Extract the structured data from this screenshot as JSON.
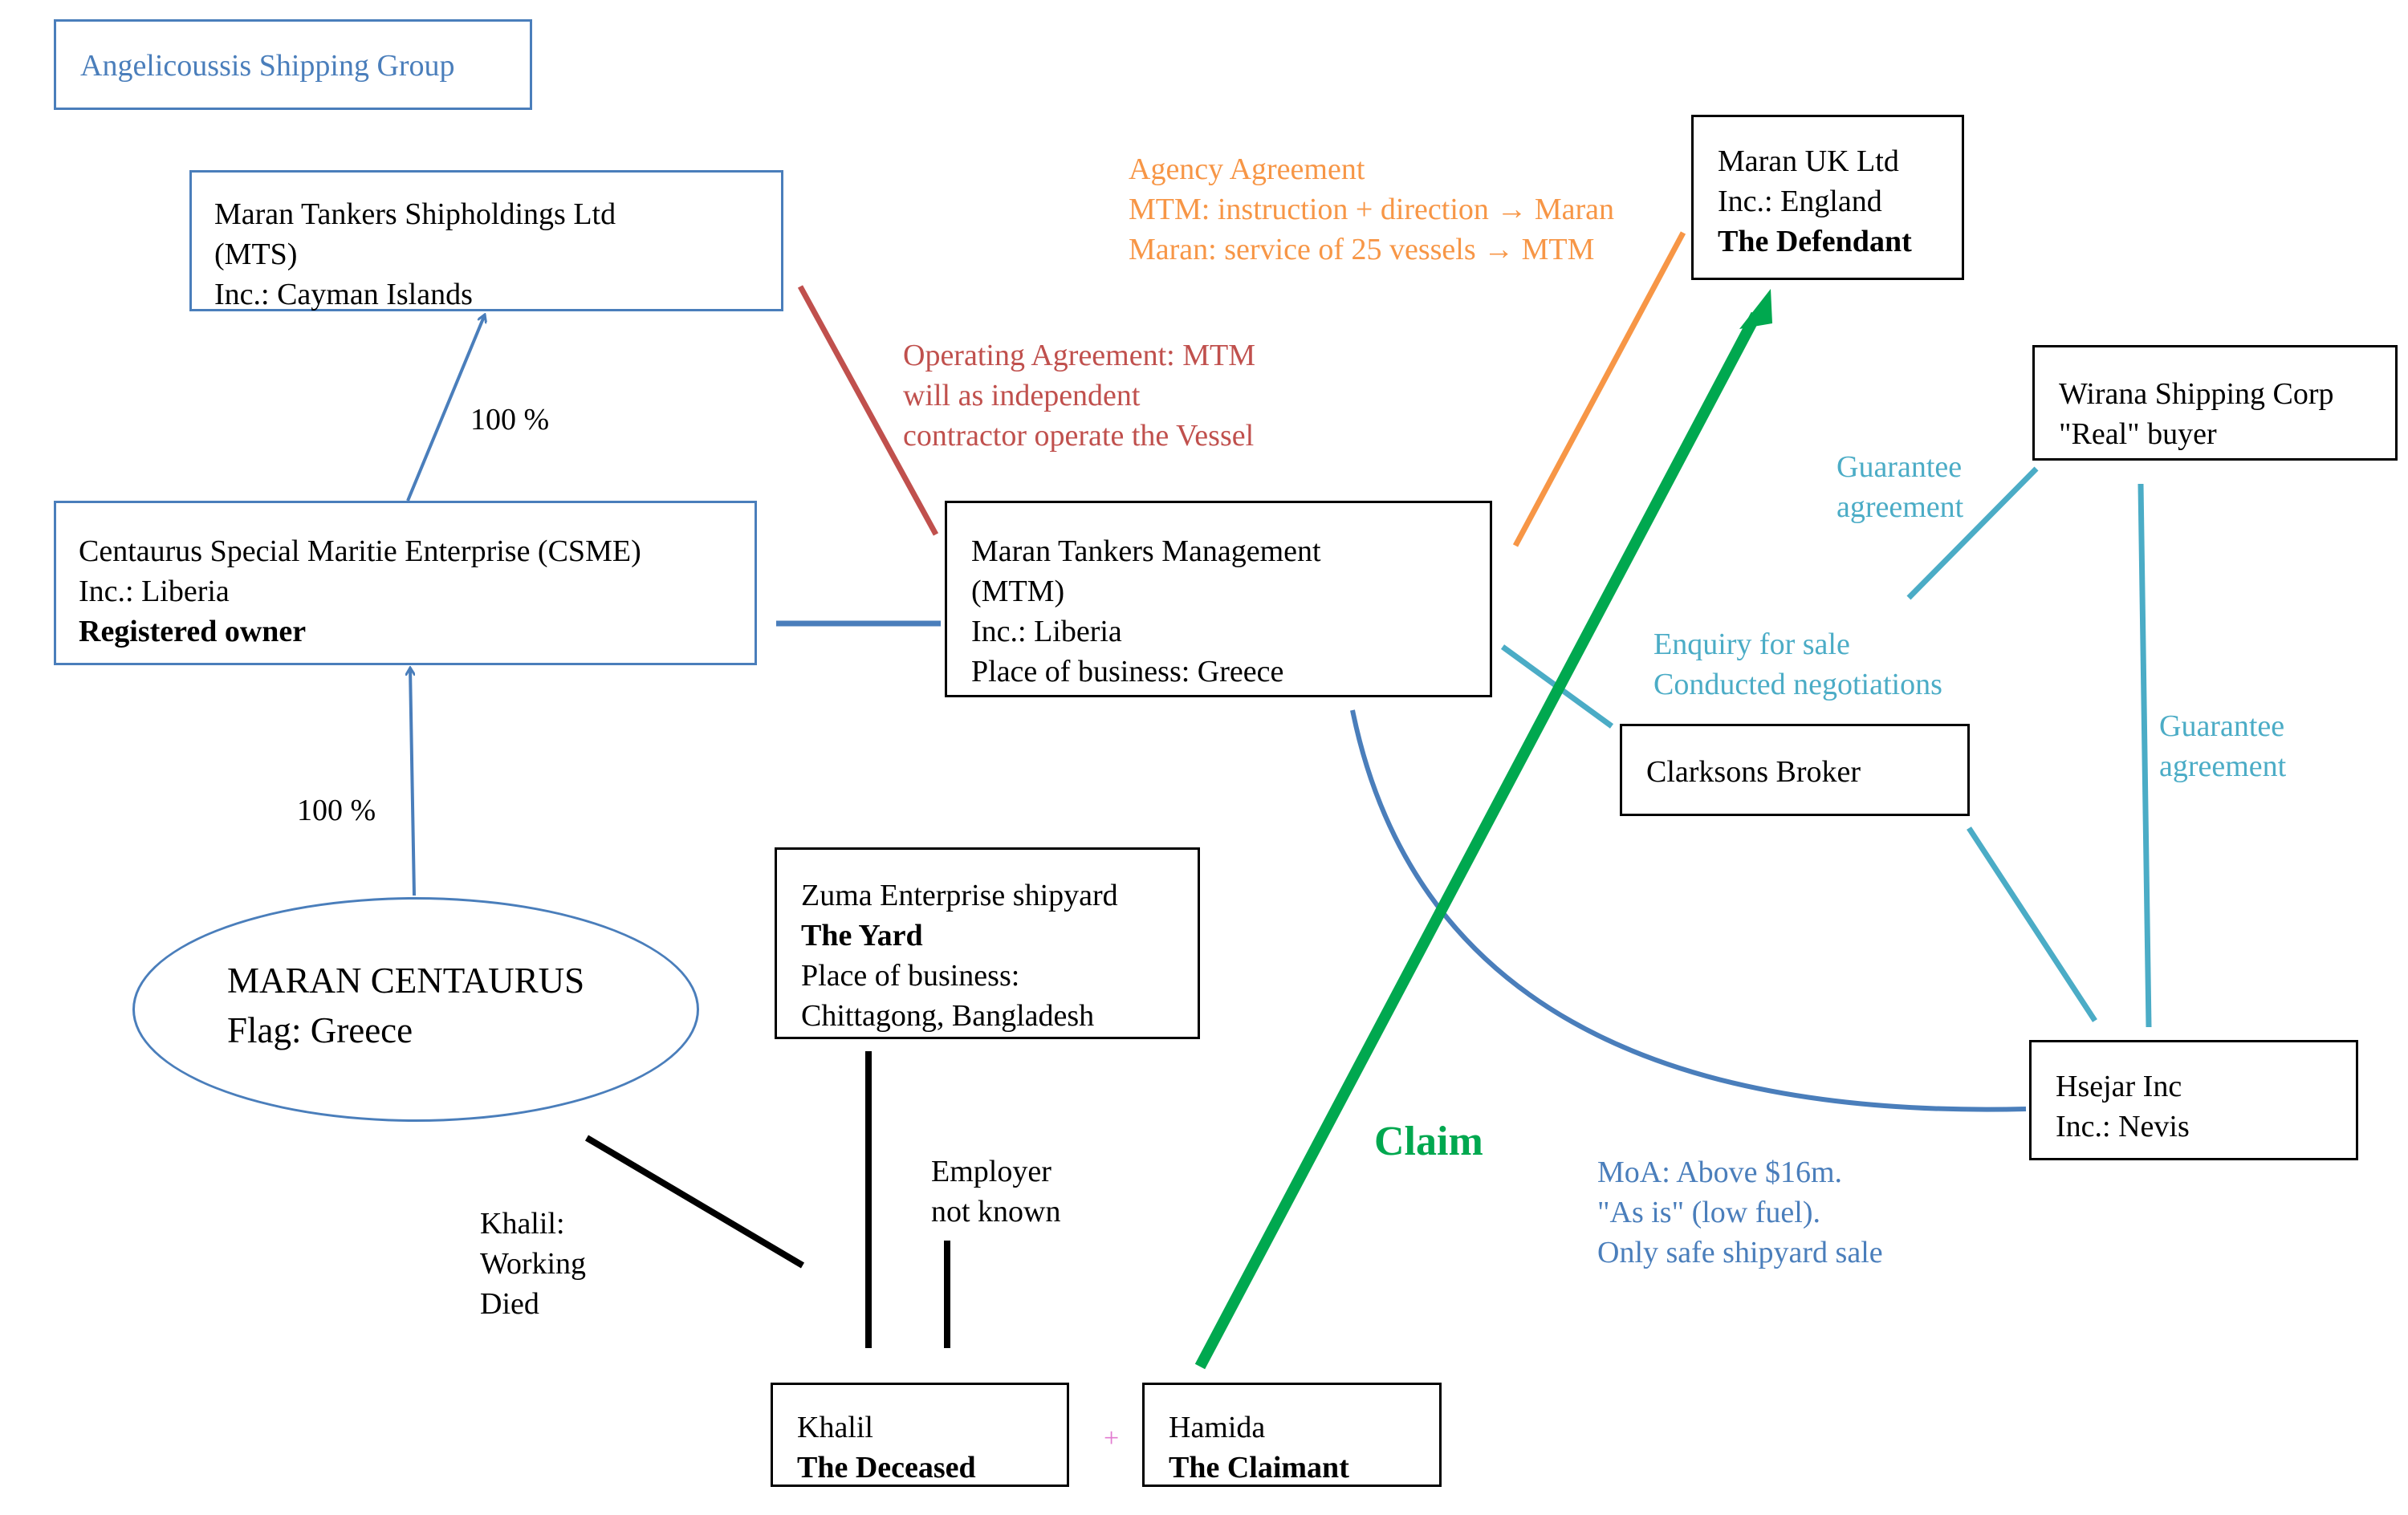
{
  "group": {
    "title": "Angelicoussis Shipping Group"
  },
  "entities": {
    "mts": {
      "name": "Maran Tankers Shipholdings Ltd",
      "abbr": "(MTS)",
      "inc": "Inc.: Cayman Islands"
    },
    "csme": {
      "name": "Centaurus Special Maritie Enterprise (CSME)",
      "inc": "Inc.: Liberia",
      "role": "Registered owner"
    },
    "mtm": {
      "name": "Maran Tankers Management",
      "abbr": "(MTM)",
      "inc": "Inc.: Liberia",
      "place": "Place of business: Greece"
    },
    "maran_uk": {
      "name": "Maran UK Ltd",
      "inc": "Inc.: England",
      "role": "The Defendant"
    },
    "wirana": {
      "name": "Wirana Shipping Corp",
      "role": "\"Real\" buyer"
    },
    "clarksons": {
      "name": "Clarksons Broker"
    },
    "hsejar": {
      "name": "Hsejar Inc",
      "inc": "Inc.: Nevis"
    },
    "zuma": {
      "name": "Zuma Enterprise shipyard",
      "role": "The Yard",
      "place1": "Place of business:",
      "place2": "Chittagong, Bangladesh"
    },
    "vessel": {
      "name": "MARAN CENTAURUS",
      "flag": "Flag: Greece"
    },
    "khalil": {
      "name": "Khalil",
      "role": "The Deceased"
    },
    "hamida": {
      "name": "Hamida",
      "role": "The Claimant"
    }
  },
  "labels": {
    "ownership_mts": "100 %",
    "ownership_csme": "100 %",
    "operating": [
      "Operating Agreement: MTM",
      "will as independent",
      "contractor operate the Vessel"
    ],
    "agency": [
      "Agency Agreement",
      "MTM: instruction + direction → Maran",
      "Maran: service of 25 vessels → MTM"
    ],
    "guarantee_left": [
      "Guarantee",
      "agreement"
    ],
    "guarantee_right": [
      "Guarantee",
      "agreement"
    ],
    "enquiry": [
      "Enquiry for sale",
      "Conducted negotiations"
    ],
    "moa": [
      "MoA: Above $16m.",
      "\"As is\" (low fuel).",
      "Only safe shipyard sale"
    ],
    "claim": "Claim",
    "employer": [
      "Employer",
      "not known"
    ],
    "khalil_work": [
      "Khalil:",
      "Working",
      "Died"
    ],
    "plus": "+"
  },
  "colors": {
    "ownership": "#4a7ebb",
    "operating": "#c0504d",
    "agency": "#f79646",
    "sale": "#4bacc6",
    "claim": "#00a84f",
    "employment": "#000000"
  }
}
